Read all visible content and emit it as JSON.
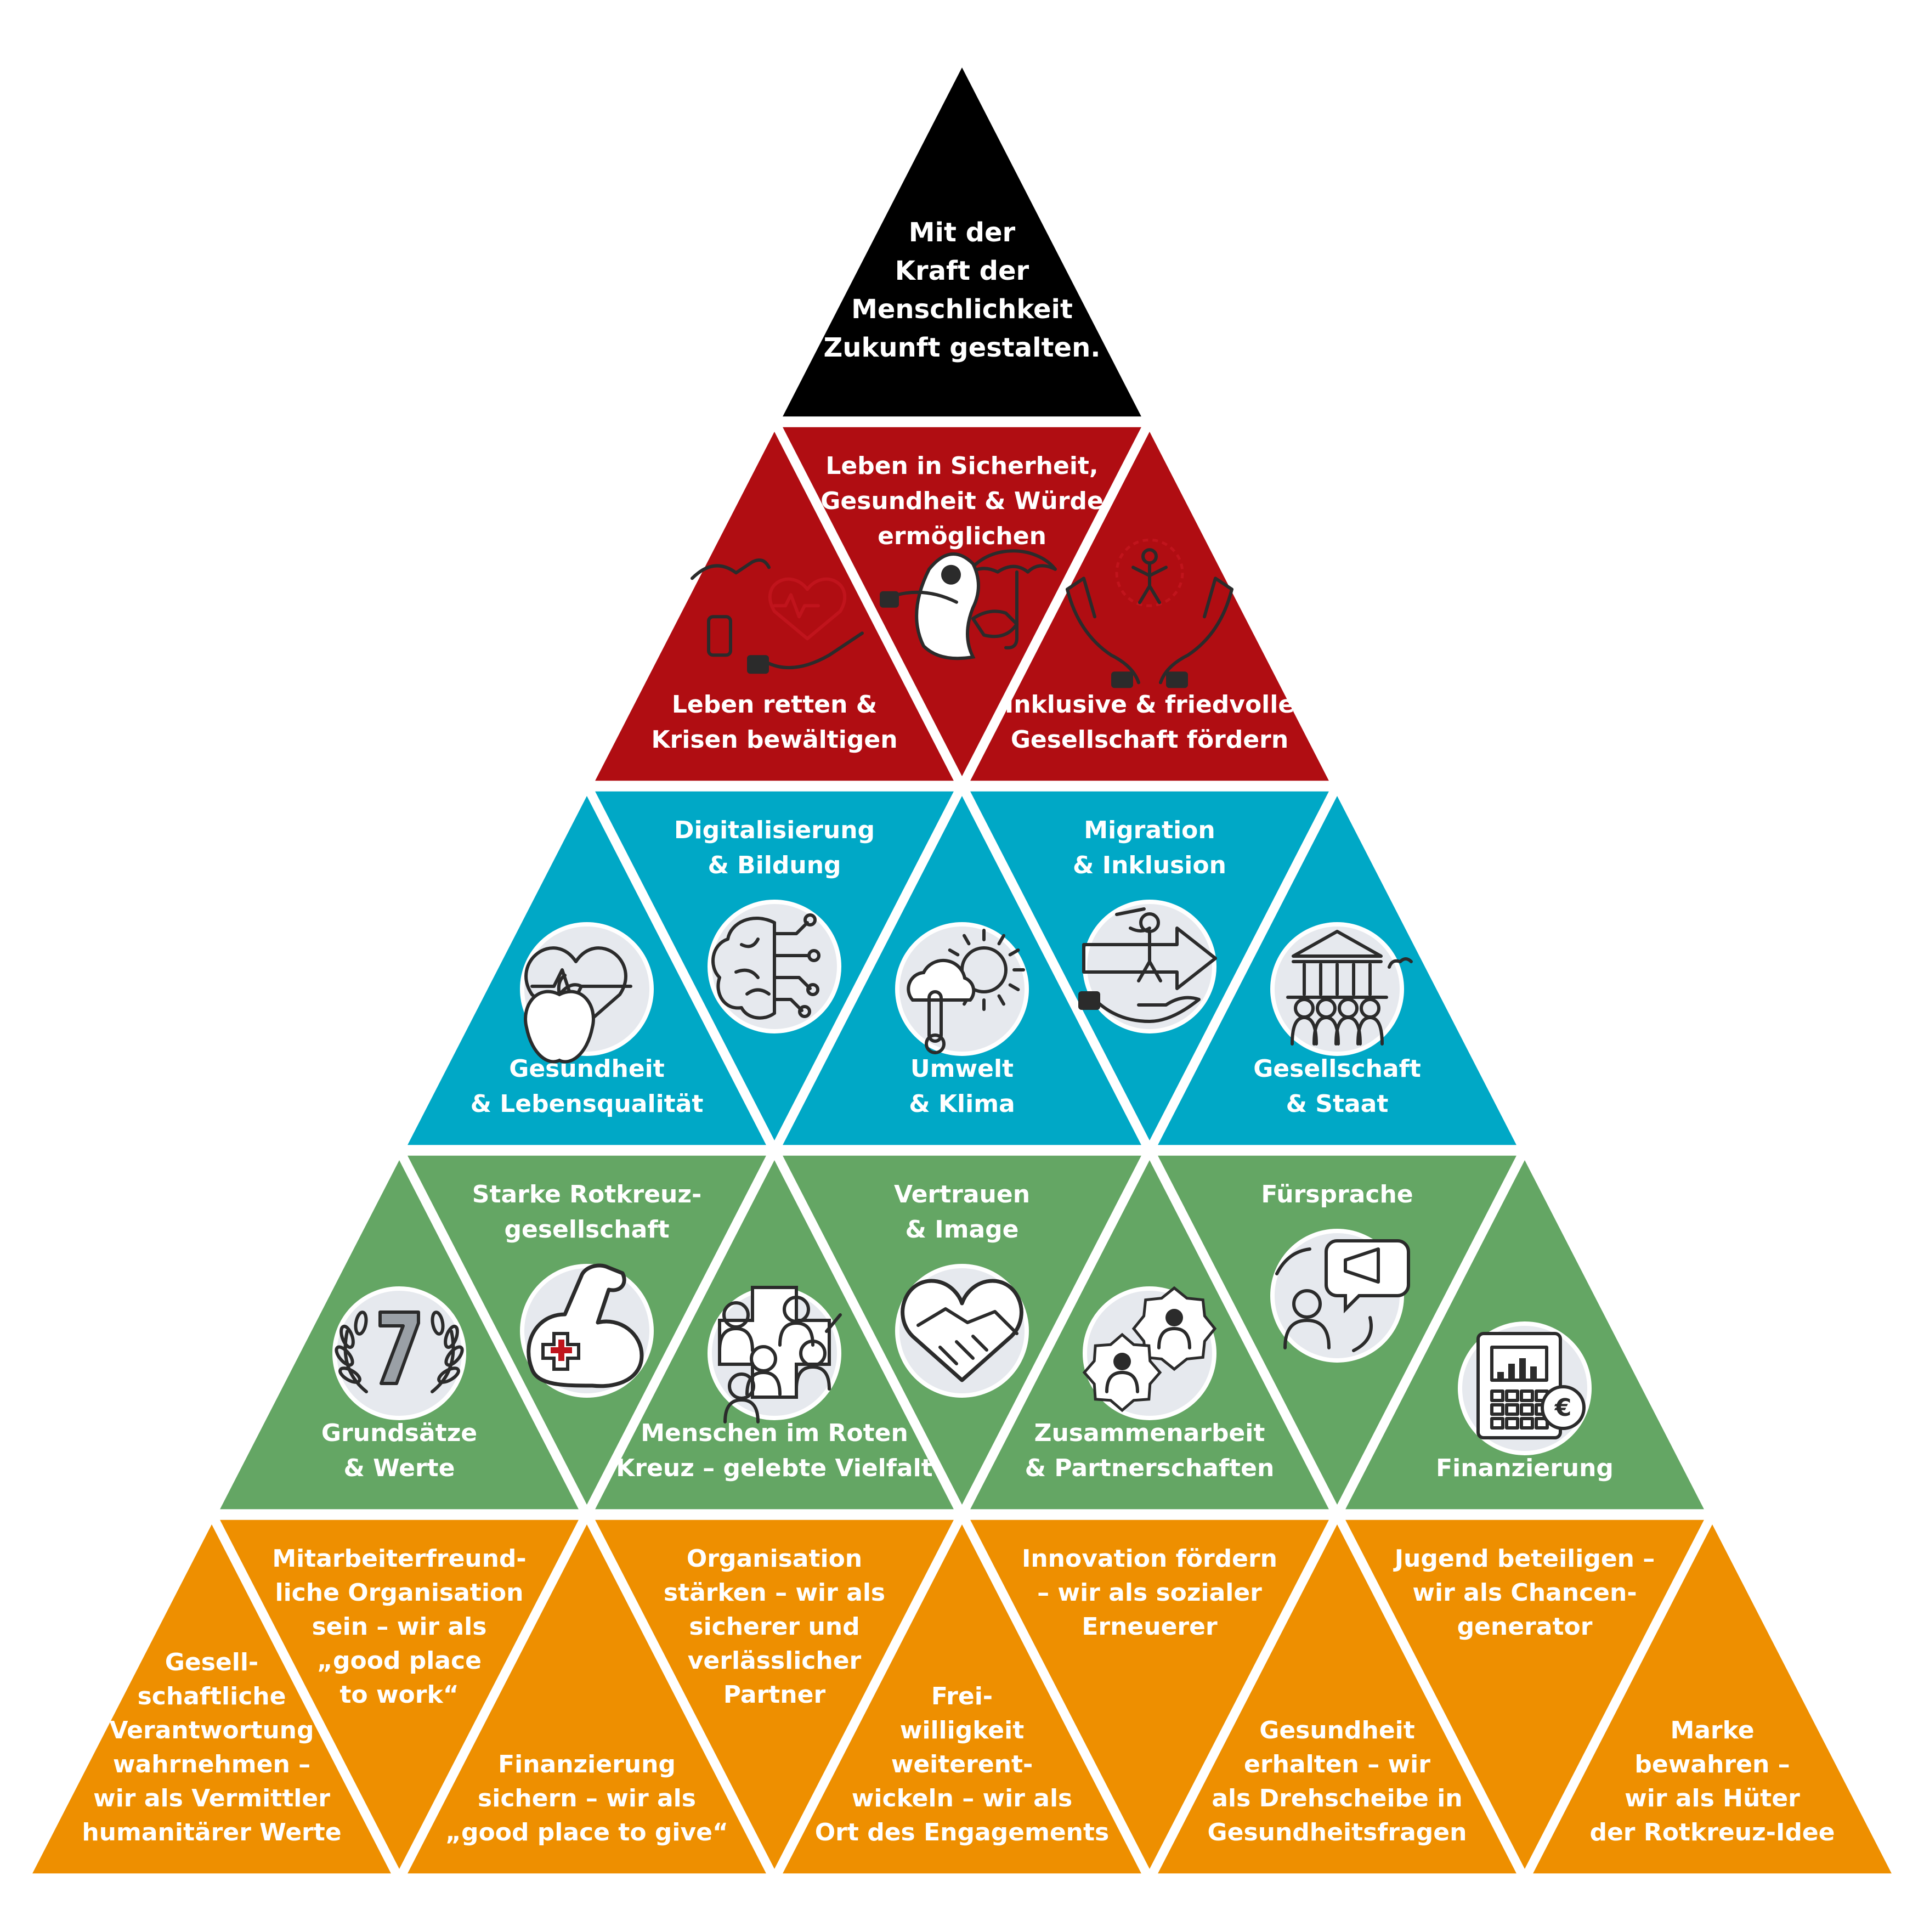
{
  "colors": {
    "apex": "#000000",
    "purpose": "#b00d12",
    "action_fields": "#00a8c6",
    "foundations": "#64a664",
    "goals": "#ee8f00"
  },
  "apex": {
    "lines": [
      "Mit der",
      "Kraft der",
      "Menschlichkeit",
      "Zukunft gestalten."
    ]
  },
  "purpose": [
    {
      "lines": [
        "Leben retten &",
        "Krisen bewältigen"
      ],
      "icon": "heart-hand-blood-donation-icon"
    },
    {
      "lines": [
        "Leben in Sicherheit,",
        "Gesundheit & Würde",
        "ermöglichen"
      ],
      "icon": "umbrella-protection-icon"
    },
    {
      "lines": [
        "Inklusive & friedvolle",
        "Gesellschaft fördern"
      ],
      "icon": "open-hands-person-icon"
    }
  ],
  "action_fields": [
    {
      "lines": [
        "Gesundheit",
        "& Lebensqualität"
      ],
      "icon": "apple-heart-icon"
    },
    {
      "lines": [
        "Digitalisierung",
        "& Bildung"
      ],
      "icon": "brain-circuit-icon"
    },
    {
      "lines": [
        "Umwelt",
        "& Klima"
      ],
      "icon": "sun-cloud-thermometer-icon"
    },
    {
      "lines": [
        "Migration",
        "& Inklusion"
      ],
      "icon": "migration-arrow-hand-icon"
    },
    {
      "lines": [
        "Gesellschaft",
        "& Staat"
      ],
      "icon": "parliament-people-icon"
    }
  ],
  "foundations": [
    {
      "lines": [
        "Grundsätze",
        "& Werte"
      ],
      "icon": "seven-laurel-icon"
    },
    {
      "lines": [
        "Starke Rotkreuz-",
        "gesellschaft"
      ],
      "icon": "flexed-arm-cross-icon"
    },
    {
      "lines": [
        "Menschen im Roten",
        "Kreuz – gelebte Vielfalt"
      ],
      "icon": "diverse-people-cross-icon"
    },
    {
      "lines": [
        "Vertrauen",
        "& Image"
      ],
      "icon": "handshake-heart-icon"
    },
    {
      "lines": [
        "Zusammenarbeit",
        "& Partnerschaften"
      ],
      "icon": "people-gears-icon"
    },
    {
      "lines": [
        "Fürsprache"
      ],
      "icon": "megaphone-advocacy-icon"
    },
    {
      "lines": [
        "Finanzierung"
      ],
      "icon": "calculator-chart-icon"
    }
  ],
  "goals": [
    {
      "lines": [
        "Gesell-",
        "schaftliche",
        "Verantwortung",
        "wahrnehmen –",
        "wir als Vermittler",
        "humanitärer Werte"
      ]
    },
    {
      "lines": [
        "Mitarbeiterfreund-",
        "liche Organisation",
        "sein – wir als",
        "„good place",
        "to work“"
      ]
    },
    {
      "lines": [
        "Finanzierung",
        "sichern – wir als",
        "„good place to give“"
      ]
    },
    {
      "lines": [
        "Organisation",
        "stärken – wir als",
        "sicherer und",
        "verlässlicher",
        "Partner"
      ]
    },
    {
      "lines": [
        "Frei-",
        "willigkeit",
        "weiterent-",
        "wickeln – wir als",
        "Ort des Engagements"
      ]
    },
    {
      "lines": [
        "Innovation fördern",
        "– wir als sozialer",
        "Erneuerer"
      ]
    },
    {
      "lines": [
        "Gesundheit",
        "erhalten – wir",
        "als Drehscheibe in",
        "Gesundheitsfragen"
      ]
    },
    {
      "lines": [
        "Jugend beteiligen –",
        "wir als Chancen-",
        "generator"
      ]
    },
    {
      "lines": [
        "Marke",
        "bewahren –",
        "wir als Hüter",
        "der Rotkreuz-Idee"
      ]
    }
  ]
}
